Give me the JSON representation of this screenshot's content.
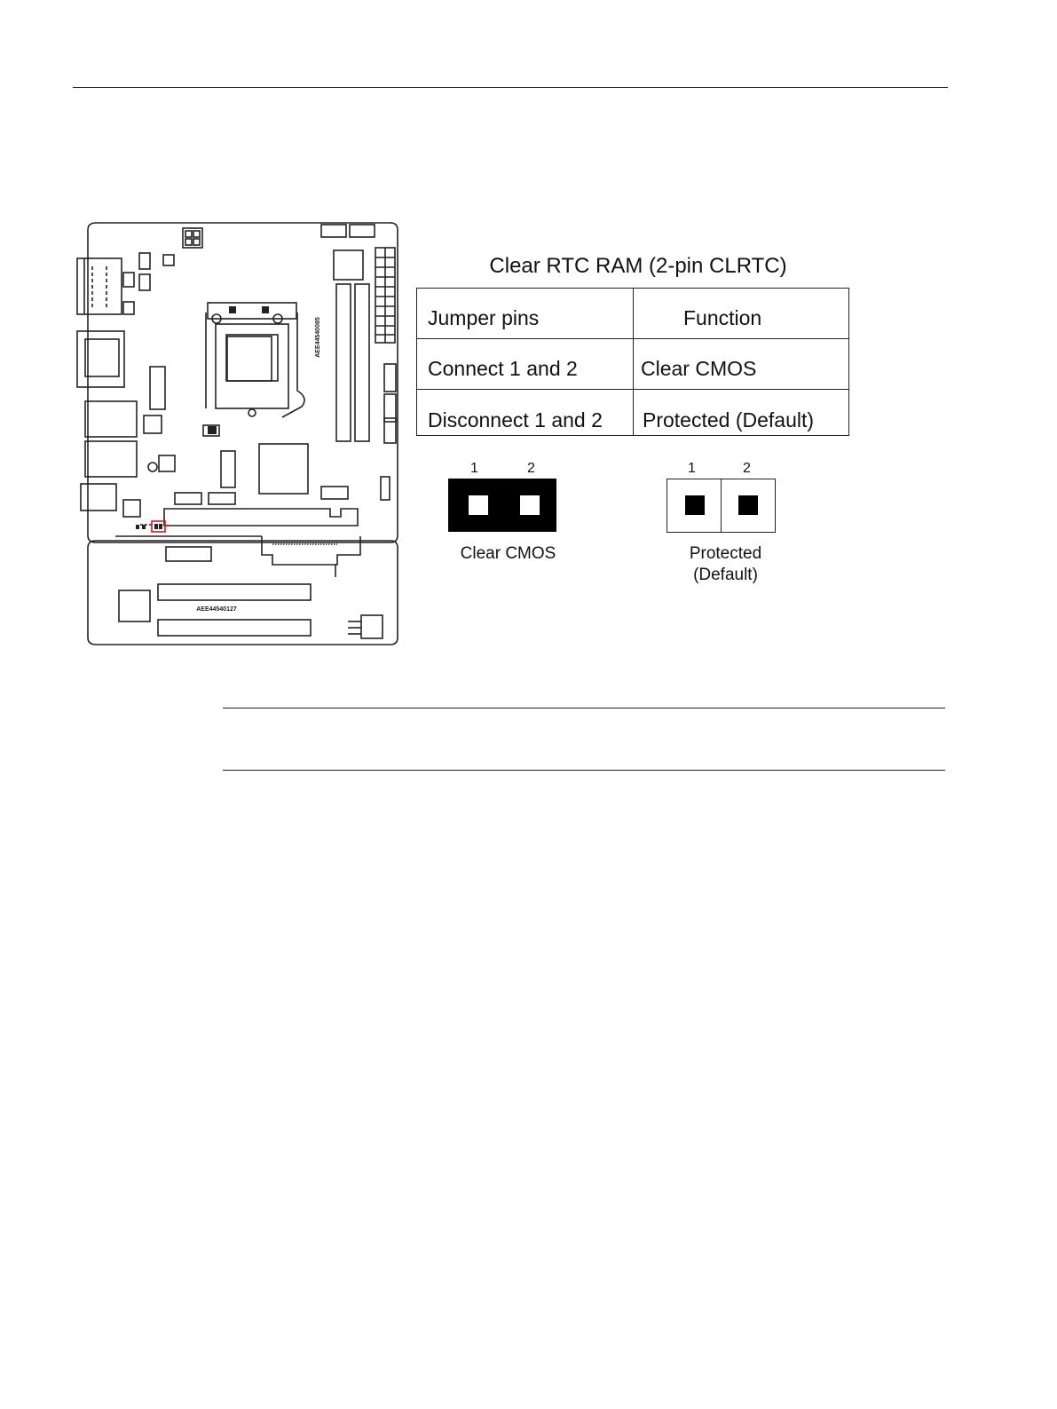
{
  "diagram": {
    "board_silkscreen": [
      "AEE44540085",
      "AEE44540127"
    ]
  },
  "table": {
    "title": "Clear RTC RAM (2-pin CLRTC)",
    "headers": [
      "Jumper pins",
      "Function"
    ],
    "rows": [
      [
        "Connect 1 and 2",
        "Clear CMOS"
      ],
      [
        "Disconnect 1 and 2",
        "Protected (Default)"
      ]
    ]
  },
  "jumpers": [
    {
      "pin_labels": [
        "1",
        "2"
      ],
      "caption": "Clear CMOS",
      "state": "connected"
    },
    {
      "pin_labels": [
        "1",
        "2"
      ],
      "caption_lines": [
        "Protected",
        "(Default)"
      ],
      "state": "open"
    }
  ]
}
